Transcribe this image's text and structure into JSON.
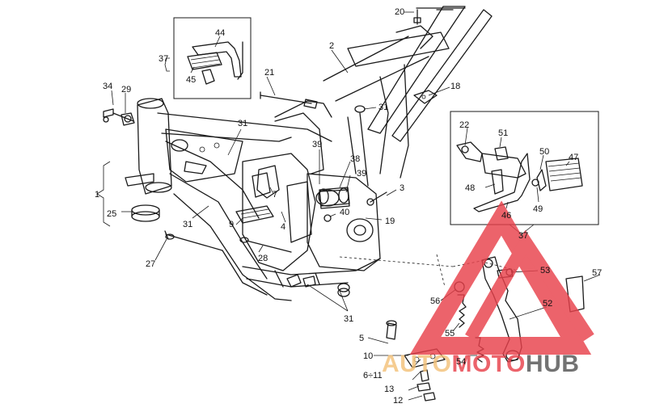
{
  "callouts": [
    {
      "id": "c20",
      "text": "20"
    },
    {
      "id": "c2",
      "text": "2"
    },
    {
      "id": "c44",
      "text": "44"
    },
    {
      "id": "c37a",
      "text": "37"
    },
    {
      "id": "c45",
      "text": "45"
    },
    {
      "id": "c34",
      "text": "34"
    },
    {
      "id": "c29",
      "text": "29"
    },
    {
      "id": "c21",
      "text": "21"
    },
    {
      "id": "c18",
      "text": "18"
    },
    {
      "id": "c31a",
      "text": "31"
    },
    {
      "id": "c31b",
      "text": "31"
    },
    {
      "id": "c22",
      "text": "22"
    },
    {
      "id": "c51",
      "text": "51"
    },
    {
      "id": "c50",
      "text": "50"
    },
    {
      "id": "c47",
      "text": "47"
    },
    {
      "id": "c48",
      "text": "48"
    },
    {
      "id": "c46",
      "text": "46"
    },
    {
      "id": "c49",
      "text": "49"
    },
    {
      "id": "c37b",
      "text": "37"
    },
    {
      "id": "c39a",
      "text": "39"
    },
    {
      "id": "c38",
      "text": "38"
    },
    {
      "id": "c39b",
      "text": "39"
    },
    {
      "id": "c3",
      "text": "3"
    },
    {
      "id": "c40",
      "text": "40"
    },
    {
      "id": "c19",
      "text": "19"
    },
    {
      "id": "c1",
      "text": "1"
    },
    {
      "id": "c7",
      "text": "7"
    },
    {
      "id": "c25",
      "text": "25"
    },
    {
      "id": "c9",
      "text": "9"
    },
    {
      "id": "c4",
      "text": "4"
    },
    {
      "id": "c31c",
      "text": "31"
    },
    {
      "id": "c27",
      "text": "27"
    },
    {
      "id": "c28",
      "text": "28"
    },
    {
      "id": "c53",
      "text": "53"
    },
    {
      "id": "c57",
      "text": "57"
    },
    {
      "id": "c56",
      "text": "56"
    },
    {
      "id": "c52",
      "text": "52"
    },
    {
      "id": "c31d",
      "text": "31"
    },
    {
      "id": "c55",
      "text": "55"
    },
    {
      "id": "c5",
      "text": "5"
    },
    {
      "id": "c54",
      "text": "54"
    },
    {
      "id": "c10",
      "text": "10"
    },
    {
      "id": "c6_11",
      "text": "6÷11"
    },
    {
      "id": "c13",
      "text": "13"
    },
    {
      "id": "c12",
      "text": "12"
    }
  ],
  "watermark": {
    "part1": "AUTO",
    "part2": "MOTO",
    "part3": "HUB",
    "color_auto": "#f3c27a",
    "color_moto": "#e8414b",
    "color_hub": "#555555",
    "triangle_color": "#e8414b"
  }
}
